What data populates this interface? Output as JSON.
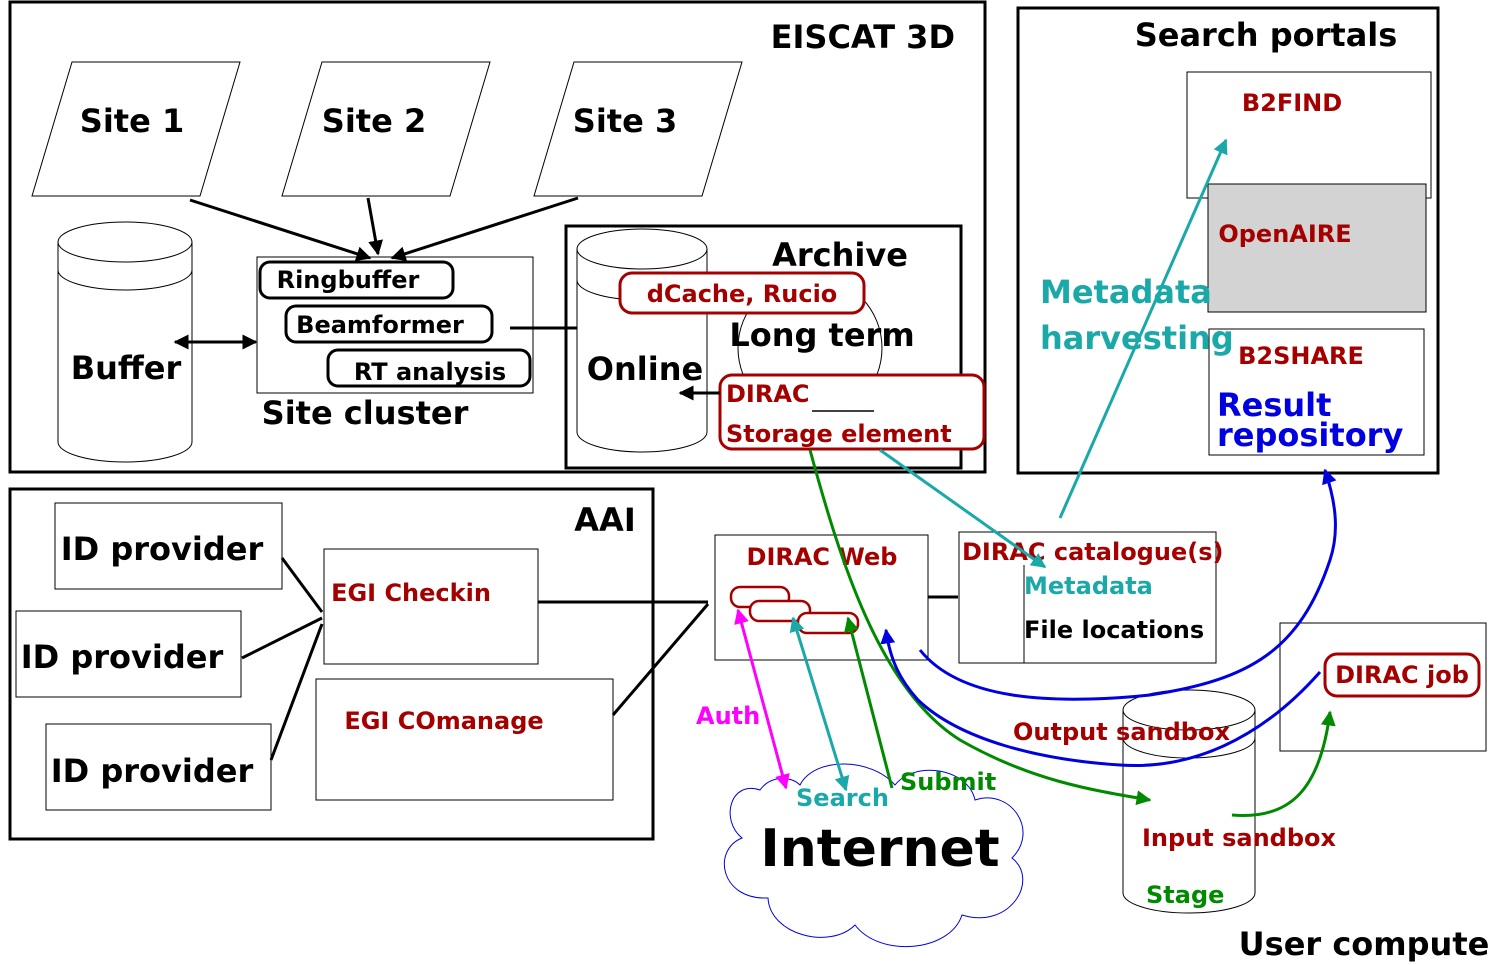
{
  "eiscat": {
    "title": "EISCAT 3D",
    "sites": [
      "Site 1",
      "Site 2",
      "Site 3"
    ],
    "buffer": "Buffer",
    "ringbuffer": "Ringbuffer",
    "beamformer": "Beamformer",
    "rt_analysis": "RT analysis",
    "site_cluster": "Site cluster"
  },
  "archive": {
    "title": "Archive",
    "dcache": "dCache, Rucio",
    "long_term": "Long term",
    "online": "Online",
    "dirac_line1": "DIRAC",
    "dirac_line2": "Storage element"
  },
  "search_portals": {
    "title": "Search portals",
    "b2find": "B2FIND",
    "openaire": "OpenAIRE",
    "b2share": "B2SHARE",
    "result_line1": "Result",
    "result_line2": "repository",
    "harvest_line1": "Metadata",
    "harvest_line2": "harvesting"
  },
  "aai": {
    "title": "AAI",
    "id_providers": [
      "ID provider",
      "ID provider",
      "ID provider"
    ],
    "checkin": "EGI Checkin",
    "comanage": "EGI COmanage"
  },
  "dirac_web": {
    "title": "DIRAC Web"
  },
  "catalogue": {
    "title": "DIRAC catalogue(s)",
    "metadata": "Metadata",
    "file_locations": "File locations"
  },
  "flows": {
    "auth": "Auth",
    "search": "Search",
    "submit": "Submit",
    "output_sandbox": "Output sandbox",
    "input_sandbox": "Input sandbox",
    "stage": "Stage"
  },
  "internet": "Internet",
  "user_compute": {
    "title": "User compute",
    "dirac_job": "DIRAC job"
  },
  "colors": {
    "red": "#a50000",
    "teal": "#1aa8a8",
    "blue": "#0000e0",
    "green": "#008a00",
    "magenta": "#ff00ff",
    "gray": "#d3d3d3"
  }
}
